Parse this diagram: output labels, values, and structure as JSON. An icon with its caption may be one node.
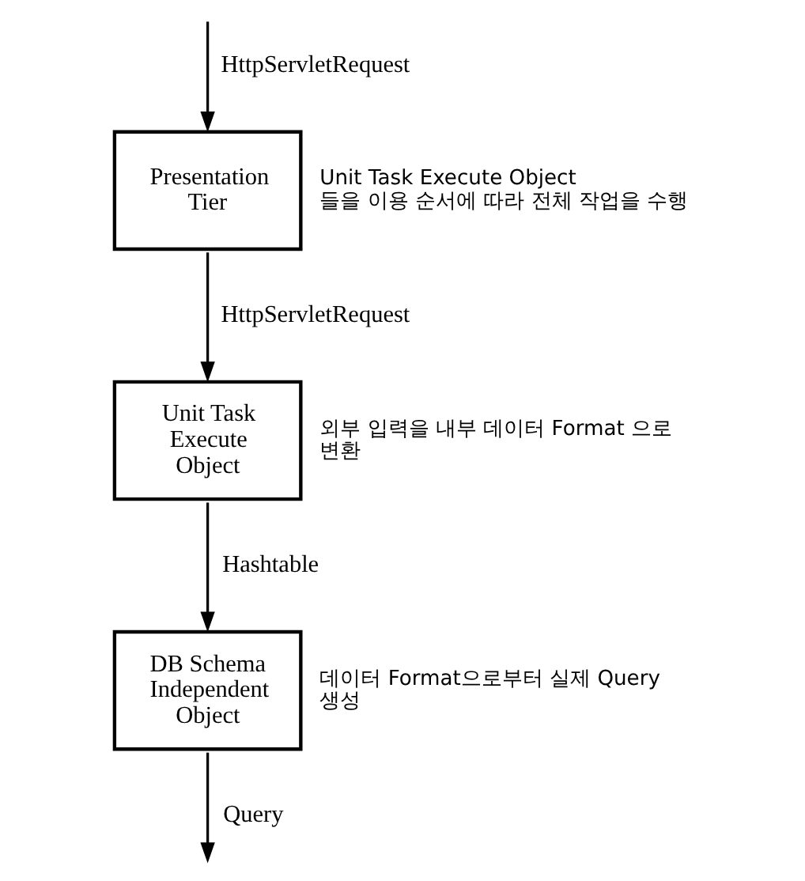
{
  "diagram": {
    "nodes": [
      {
        "text": [
          "Presentation Tier"
        ],
        "beside": [
          "Unit Task Execute Object 들을 이용 순서에 따라 전체 작업을 수행"
        ]
      },
      {
        "text": [
          "Unit Task Execute Object"
        ],
        "beside": [
          "외부 입력을 내부 데이터 Format 으로 변환"
        ]
      },
      {
        "text": [
          "DB Schema Independent Object"
        ],
        "beside": [
          "데이터 Format으로부터 실제 Query 생성"
        ]
      }
    ],
    "edges": [
      {
        "from": null,
        "to": 0,
        "arrow": "to",
        "label": "HttpServletRequest"
      },
      {
        "from": 0,
        "to": 1,
        "arrow": "to",
        "label": "HttpServletRequest"
      },
      {
        "from": 1,
        "to": 2,
        "arrow": "to",
        "label": "Hashtable"
      },
      {
        "from": 2,
        "to": null,
        "arrow": "to",
        "label": "Query"
      }
    ]
  }
}
